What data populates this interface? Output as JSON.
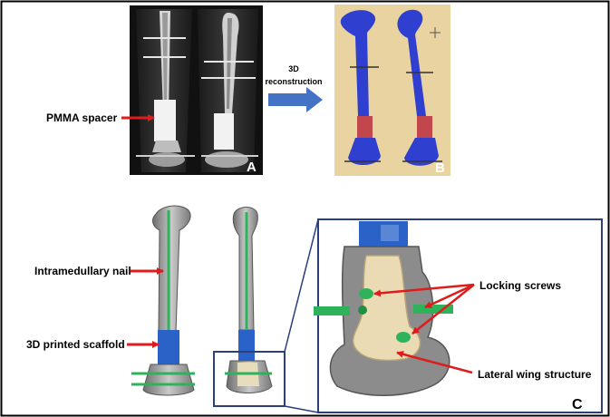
{
  "panels": {
    "a": {
      "letter": "A"
    },
    "b": {
      "letter": "B"
    },
    "c": {
      "letter": "C"
    }
  },
  "labels": {
    "pmma_spacer": "PMMA spacer",
    "reconstruction_line1": "3D",
    "reconstruction_line2": "reconstruction",
    "intramedullary_nail": "Intramedullary nail",
    "printed_scaffold": "3D printed scaffold",
    "locking_screws": "Locking screws",
    "lateral_wing": "Lateral wing structure"
  },
  "colors": {
    "arrow": "#e01b1b",
    "process_arrow": "#4472c4",
    "bone_blue": "#2f3fd0",
    "segment_red": "#c2474d",
    "render_bg": "#e9d3a0",
    "nail_green": "#2fb35a",
    "scaffold_blue": "#2a62c8",
    "inset_border": "#2b3f7a"
  }
}
